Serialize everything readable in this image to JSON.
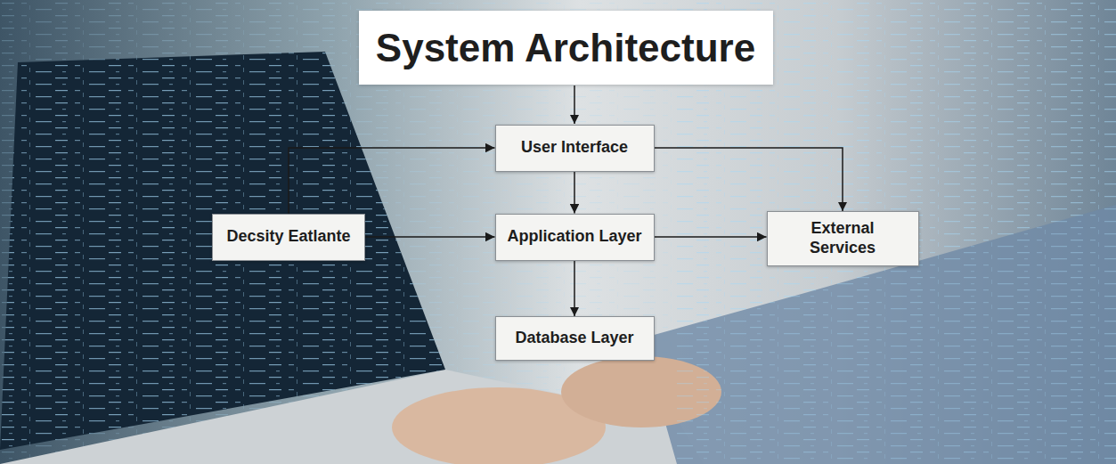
{
  "diagram": {
    "title": "System Architecture",
    "nodes": [
      {
        "text": [
          "User Interface"
        ]
      },
      {
        "text": [
          "Decsity Eatlante"
        ]
      },
      {
        "text": [
          "Application Layer"
        ]
      },
      {
        "text": [
          "External Services"
        ]
      },
      {
        "text": [
          "Database Layer"
        ]
      }
    ],
    "edges": [
      {
        "from": 1,
        "to": 0,
        "arrow": "to"
      },
      {
        "from": 1,
        "to": 2,
        "arrow": "to"
      },
      {
        "from": 0,
        "to": 2,
        "arrow": "to"
      },
      {
        "from": 0,
        "to": 3,
        "arrow": "to"
      },
      {
        "from": 2,
        "to": 3,
        "arrow": "to"
      },
      {
        "from": 2,
        "to": 4,
        "arrow": "to"
      }
    ]
  }
}
